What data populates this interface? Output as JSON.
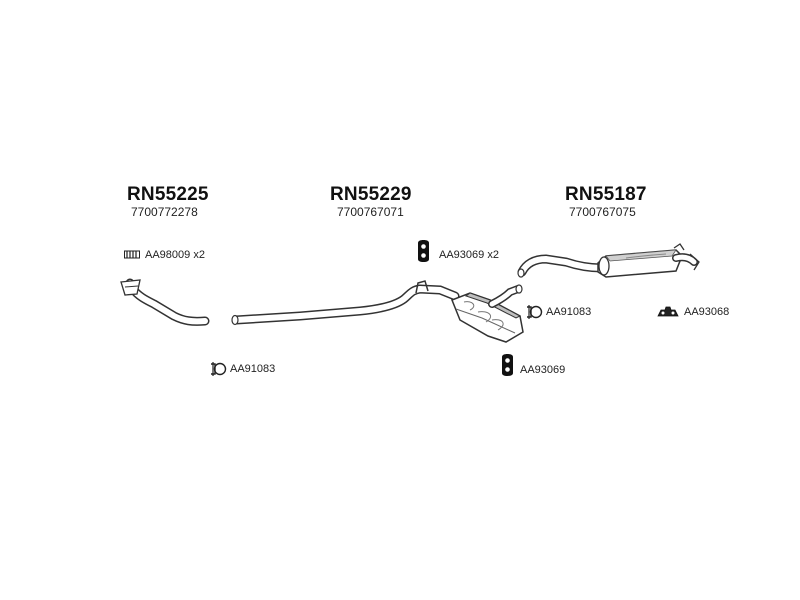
{
  "assemblies": [
    {
      "code": "RN55225",
      "oe_number": "7700772278"
    },
    {
      "code": "RN55229",
      "oe_number": "7700767071"
    },
    {
      "code": "RN55187",
      "oe_number": "7700767075"
    }
  ],
  "fittings": [
    {
      "label": "AA98009 x2",
      "icon": "mounting-strip-icon"
    },
    {
      "label": "AA93069 x2",
      "icon": "rubber-hanger-icon"
    },
    {
      "label": "AA91083",
      "icon": "pipe-clamp-icon"
    },
    {
      "label": "AA93068",
      "icon": "mounting-bracket-icon"
    },
    {
      "label": "AA91083",
      "icon": "pipe-clamp-icon"
    },
    {
      "label": "AA93069",
      "icon": "rubber-hanger-icon"
    }
  ],
  "colors": {
    "line": "#333333",
    "fill": "#ffffff",
    "shade": "#bfbfbf",
    "dark": "#111111"
  }
}
